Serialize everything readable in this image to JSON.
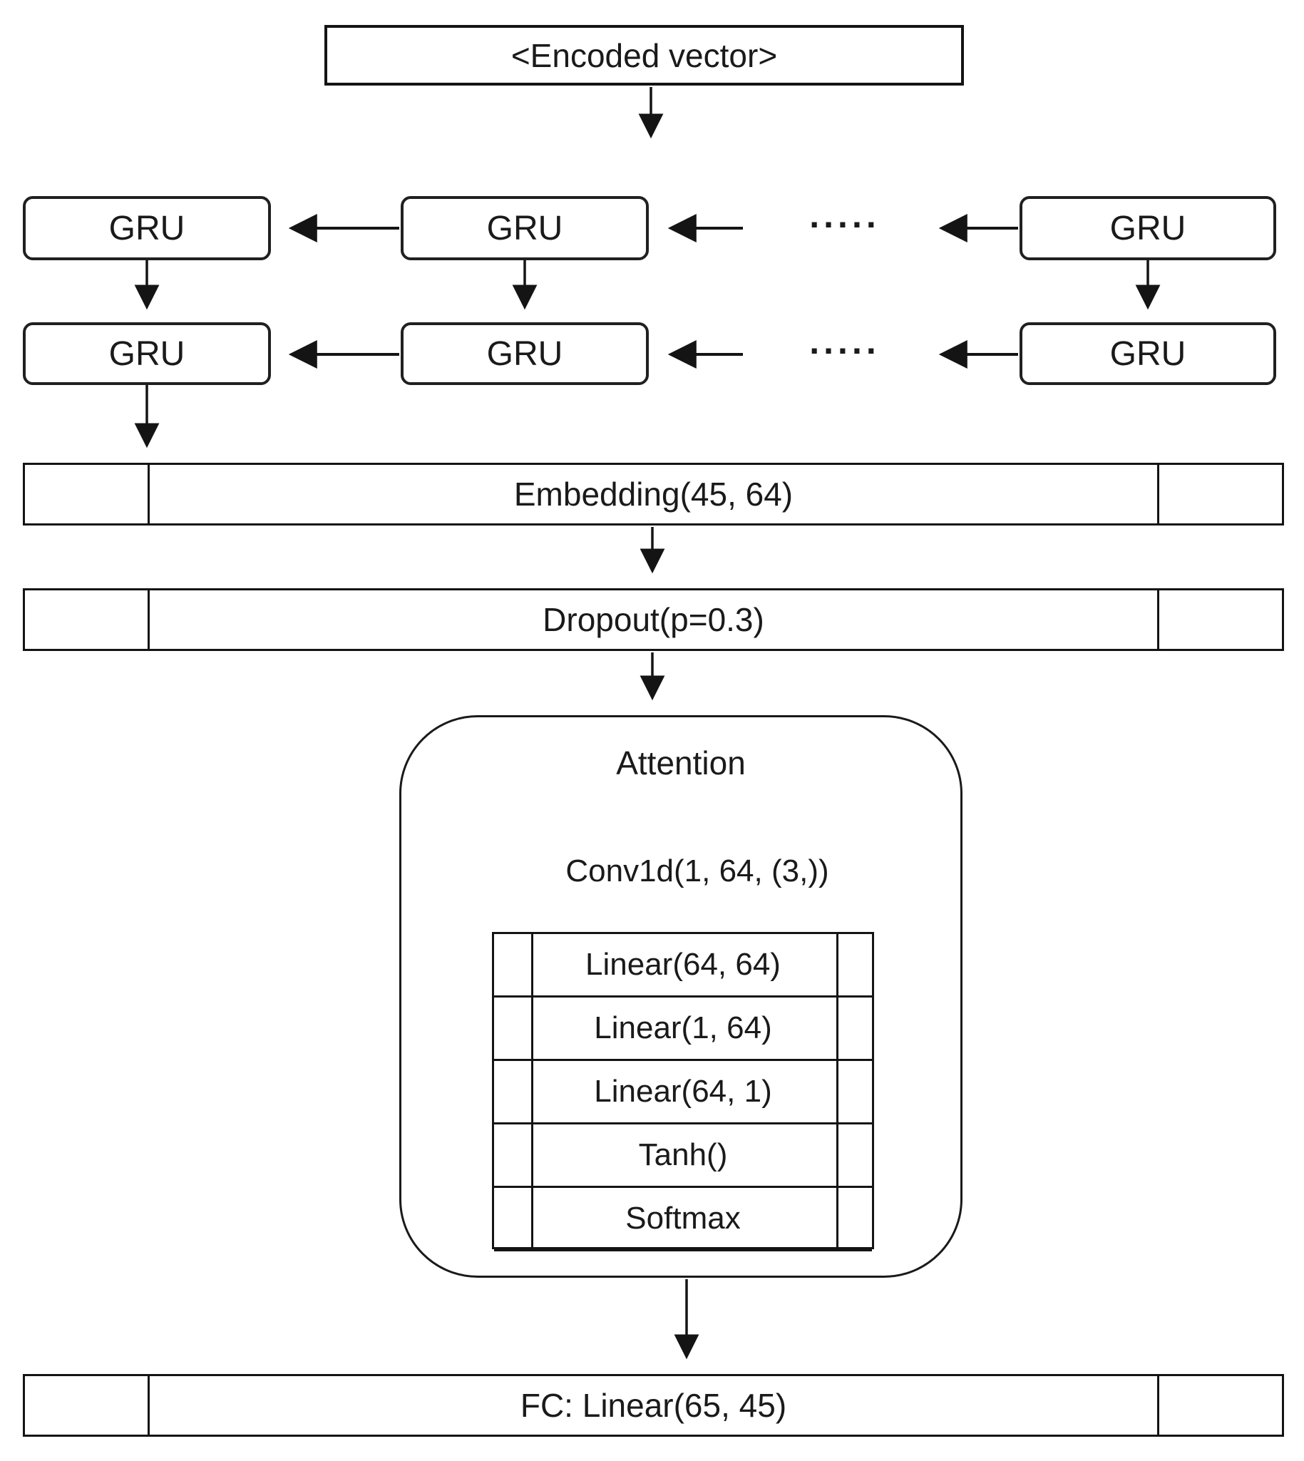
{
  "diagram": {
    "encoded_vector": {
      "label": "<Encoded vector>"
    },
    "gru": {
      "label": "GRU",
      "dots": "....."
    },
    "bars": {
      "embedding": "Embedding(45, 64)",
      "dropout": "Dropout(p=0.3)",
      "fc": "FC: Linear(65, 45)"
    },
    "attention": {
      "title": "Attention",
      "conv": "Conv1d(1, 64, (3,))",
      "layers": [
        "Linear(64, 64)",
        "Linear(1, 64)",
        "Linear(64, 1)",
        "Tanh()",
        "Softmax"
      ]
    },
    "colors": {
      "stroke": "#141414",
      "fill": "#ffffff",
      "slab_face": "#f0f0f0"
    }
  }
}
